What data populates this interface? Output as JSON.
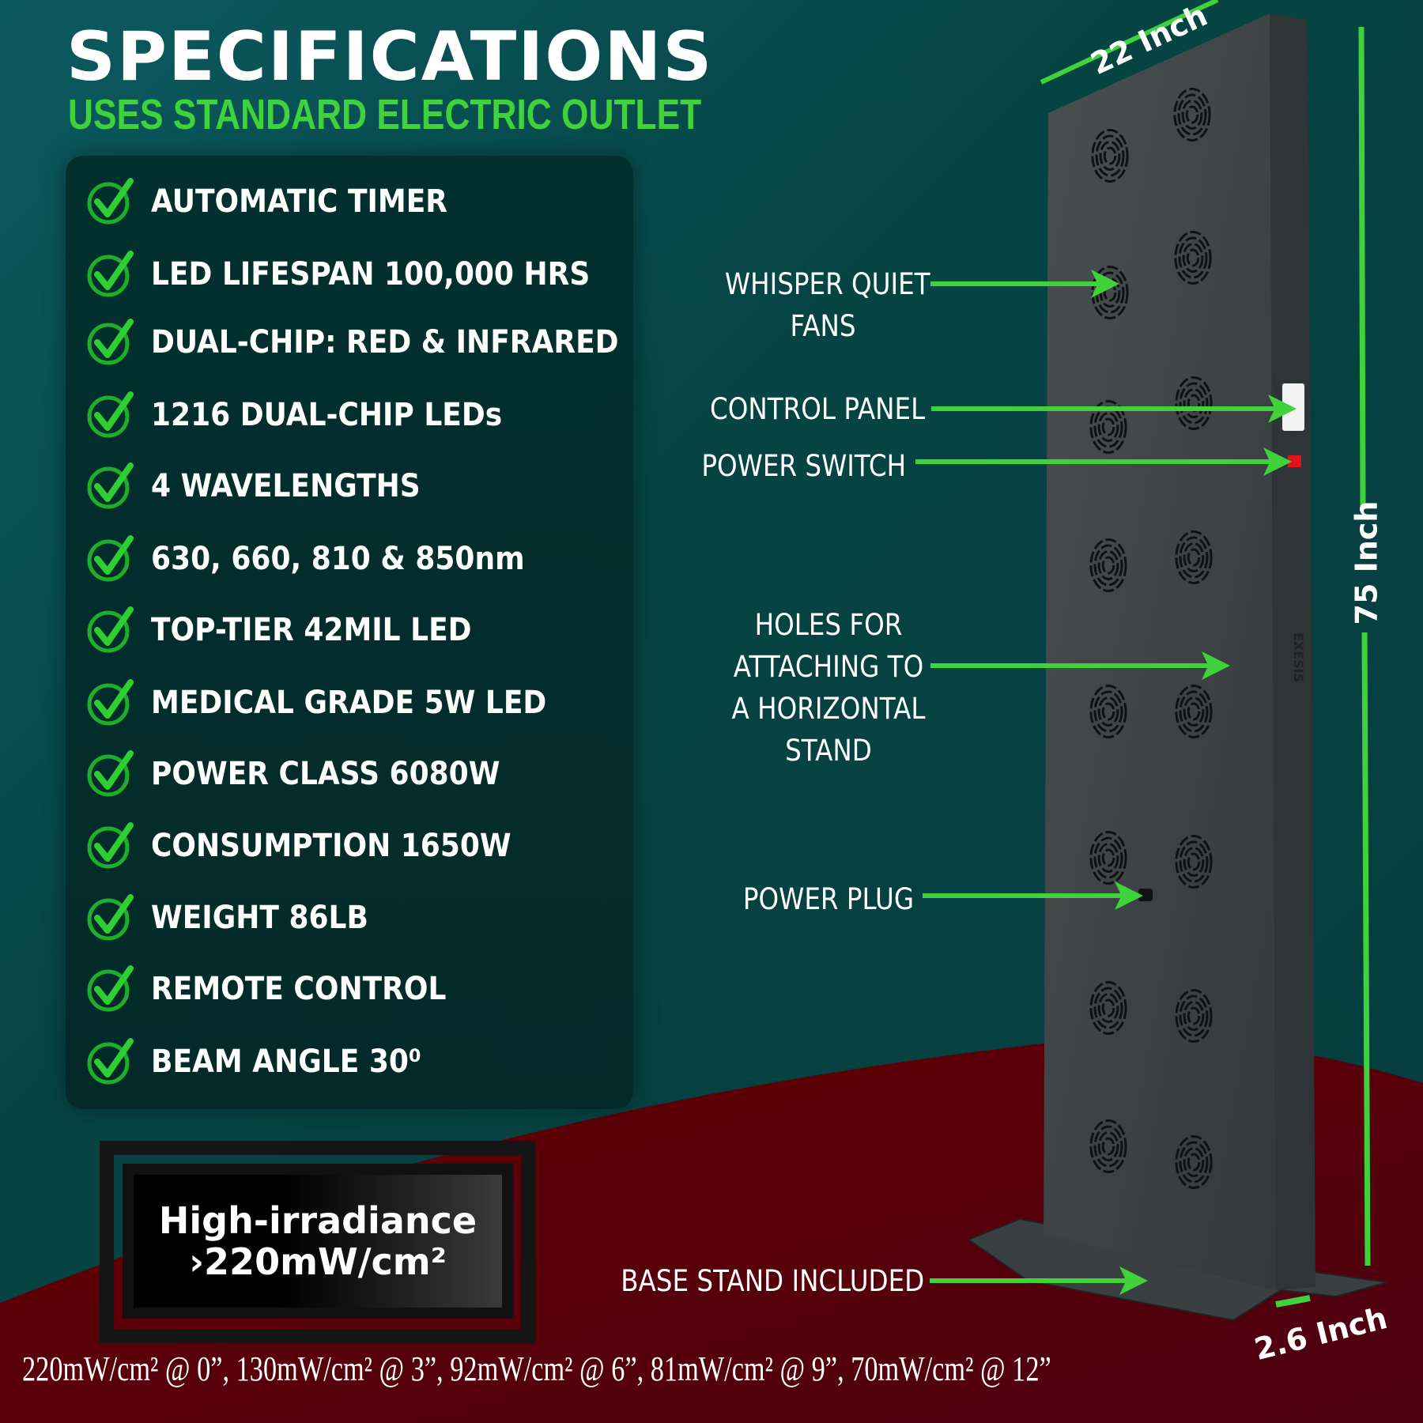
{
  "header": {
    "title": "SPECIFICATIONS",
    "subtitle": "USES STANDARD ELECTRIC OUTLET"
  },
  "specs": [
    "AUTOMATIC TIMER",
    "LED LIFESPAN 100,000 HRS",
    "DUAL-CHIP: RED & INFRARED",
    "1216 DUAL-CHIP LEDs",
    "4 WAVELENGTHS",
    "630, 660, 810 & 850nm",
    "TOP-TIER 42MIL LED",
    "MEDICAL GRADE 5W LED",
    "POWER CLASS 6080W",
    "CONSUMPTION 1650W",
    "WEIGHT 86LB",
    "REMOTE CONTROL",
    "BEAM ANGLE 30⁰"
  ],
  "irradiance": {
    "line1": "High-irradiance",
    "line2": "›220mW/cm²"
  },
  "readings": "220mW/cm² @ 0”,  130mW/cm² @ 3”,  92mW/cm² @ 6”,  81mW/cm² @ 9”,  70mW/cm² @ 12”",
  "callouts": {
    "fans1": "WHISPER QUIET",
    "fans2": "FANS",
    "control": "CONTROL PANEL",
    "switch": "POWER SWITCH",
    "holes1": "HOLES FOR",
    "holes2": "ATTACHING TO",
    "holes3": "A HORIZONTAL",
    "holes4": "STAND",
    "plug": "POWER PLUG",
    "base": "BASE STAND INCLUDED"
  },
  "dimensions": {
    "width": "22 Inch",
    "height": "75 Inch",
    "depth": "2.6 Inch"
  },
  "brand": "EXESIS",
  "colors": {
    "accent": "#3fd23a",
    "red": "#5a0006",
    "teal": "#064444"
  }
}
